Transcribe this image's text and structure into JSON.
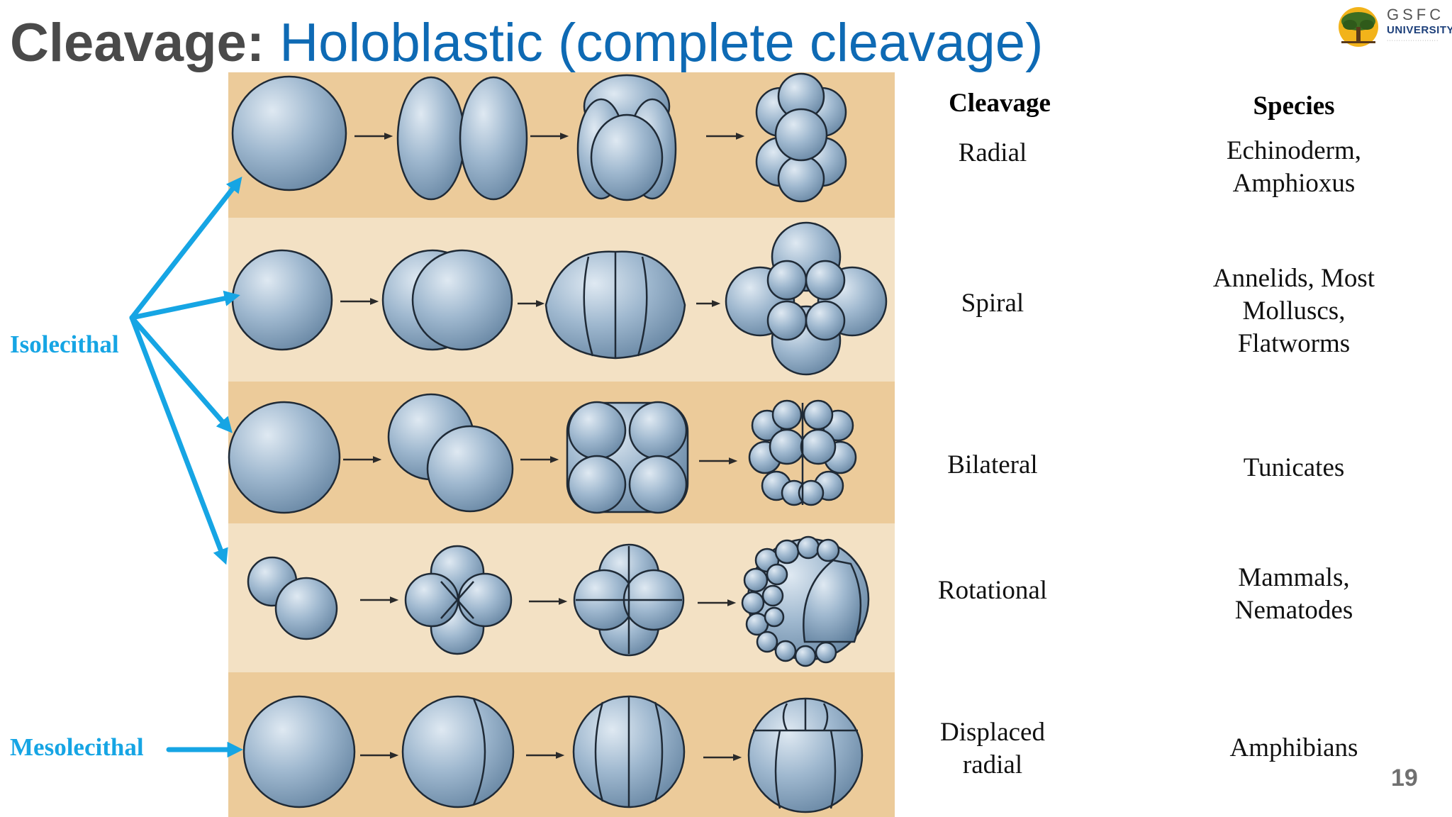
{
  "title": {
    "prefix": "Cleavage:",
    "main": "Holoblastic (complete cleavage)"
  },
  "logo": {
    "line1": "GSFC",
    "line2": "UNIVERSITY",
    "icon": "tree-logo-icon"
  },
  "table": {
    "headers": {
      "cleavage": "Cleavage",
      "species": "Species"
    },
    "rows": [
      {
        "cleavage": "Radial",
        "species": "Echinoderm,\nAmphioxus"
      },
      {
        "cleavage": "Spiral",
        "species": "Annelids, Most\nMolluscs,\nFlatworms"
      },
      {
        "cleavage": "Bilateral",
        "species": "Tunicates"
      },
      {
        "cleavage": "Rotational",
        "species": "Mammals,\nNematodes"
      },
      {
        "cleavage": "Displaced\nradial",
        "species": "Amphibians"
      }
    ]
  },
  "labels": {
    "isolecithal": "Isolecithal",
    "mesolecithal": "Mesolecithal"
  },
  "slide_number": "19",
  "colors": {
    "title_gray": "#4a4a4a",
    "title_blue": "#0e6ab4",
    "label_blue": "#16a5e4",
    "band_dark": "#eccb9a",
    "band_light": "#f3e1c4",
    "cell_blue": "#8ea9c3"
  }
}
